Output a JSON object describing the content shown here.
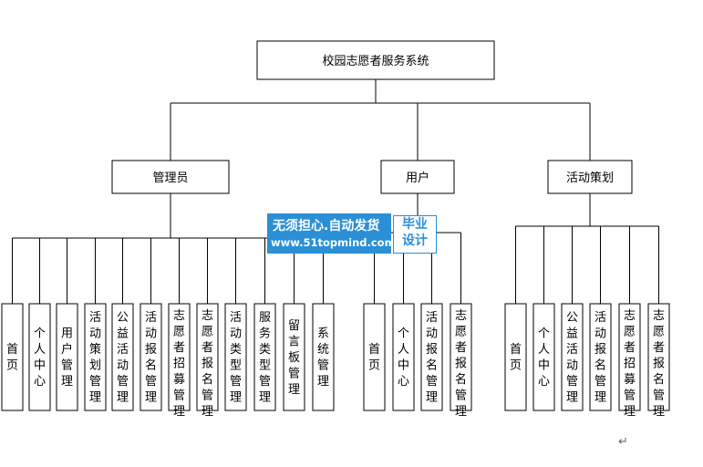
{
  "diagram": {
    "root": "校园志愿者服务系统",
    "categories": [
      {
        "label": "管理员",
        "children": [
          "首页",
          "个人中心",
          "用户管理",
          "活动策划管理",
          "公益活动管理",
          "活动报名管理",
          "志愿者招募管理",
          "志愿者报名管理",
          "活动类型管理",
          "服务类型管理",
          "留言板管理",
          "系统管理"
        ]
      },
      {
        "label": "用户",
        "children": [
          "首页",
          "个人中心",
          "活动报名管理",
          "志愿者报名管理"
        ]
      },
      {
        "label": "活动策划",
        "children": [
          "首页",
          "个人中心",
          "公益活动管理",
          "活动报名管理",
          "志愿者招募管理",
          "志愿者报名管理"
        ]
      }
    ]
  },
  "watermark": {
    "line1": "无须担心.自动发货",
    "line2": "www.51topmind.com",
    "badge_line1": "毕业",
    "badge_line2": "设计"
  },
  "paragraph_mark": "↵"
}
